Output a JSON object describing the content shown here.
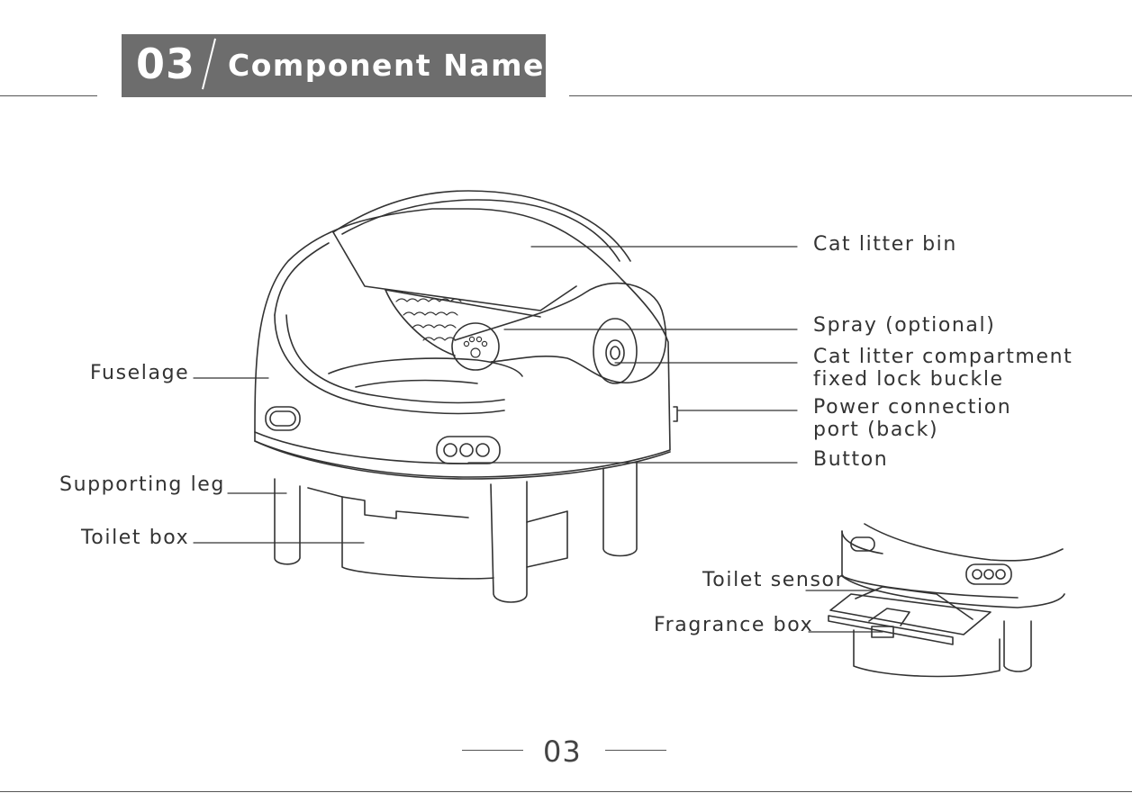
{
  "header": {
    "section_number": "03",
    "title": "Component Name"
  },
  "labels": {
    "cat_litter_bin": "Cat litter bin",
    "spray": "Spray (optional)",
    "lock_buckle_line1": "Cat litter compartment",
    "lock_buckle_line2": "fixed lock buckle",
    "power_port_line1": "Power connection",
    "power_port_line2": "port (back)",
    "button": "Button",
    "fuselage": "Fuselage",
    "supporting_leg": "Supporting leg",
    "toilet_box": "Toilet box",
    "toilet_sensor": "Toilet sensor",
    "fragrance_box": "Fragrance box"
  },
  "footer": {
    "page_number": "03"
  }
}
